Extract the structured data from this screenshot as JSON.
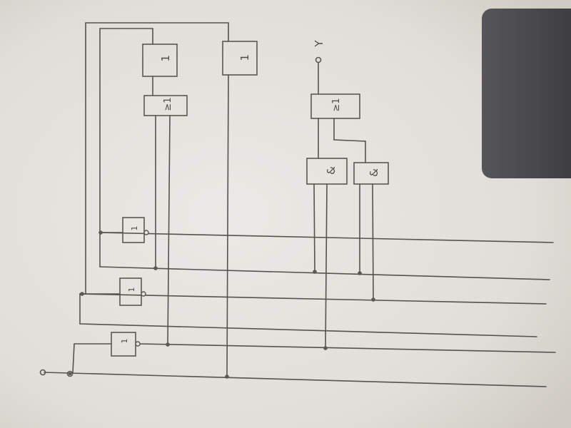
{
  "diagram": {
    "output_label": "Y",
    "gate_labels": {
      "flipflop_left": "1",
      "flipflop_right": "1",
      "or_left": "≥1",
      "or_right": "≥1",
      "and_left": "&",
      "and_right": "&",
      "inv_top": "1",
      "inv_middle": "1",
      "inv_bottom": "1"
    }
  },
  "colors": {
    "paper": "#e9e7e3",
    "ink": "#55524f",
    "shadow": "#4a4a4d"
  }
}
